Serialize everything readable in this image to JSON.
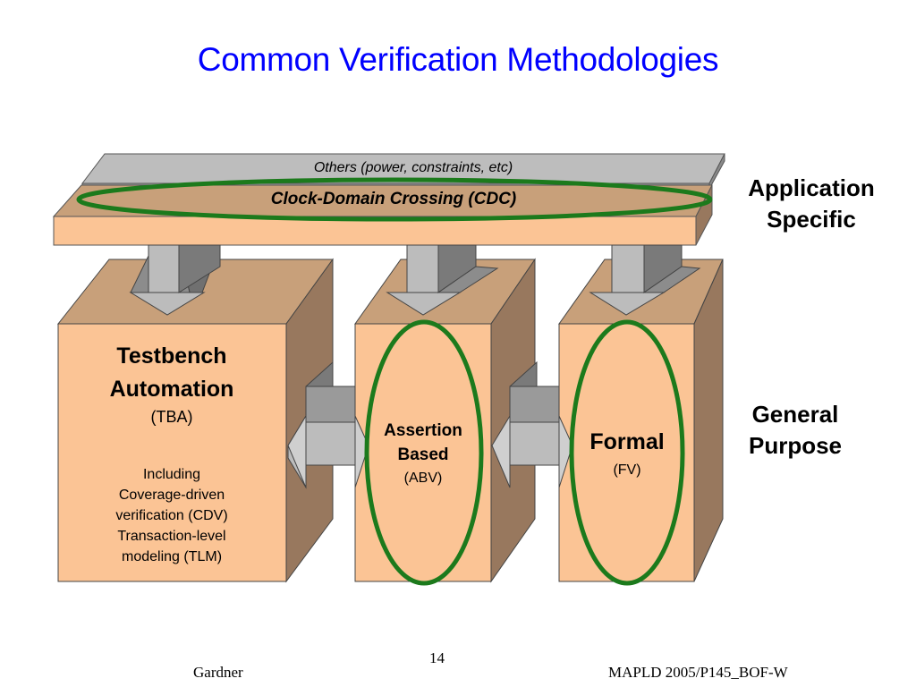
{
  "slide": {
    "title": "Common Verification Methodologies",
    "page_number": "14",
    "footer_left": "Gardner",
    "footer_right": "MAPLD 2005/P145_BOF-W"
  },
  "layers": {
    "others_label": "Others (power, constraints, etc)",
    "cdc_label": "Clock-Domain Crossing (CDC)"
  },
  "side_labels": {
    "application_line1": "Application",
    "application_line2": "Specific",
    "general_line1": "General",
    "general_line2": "Purpose"
  },
  "blocks": {
    "tba": {
      "title_line1": "Testbench",
      "title_line2": "Automation",
      "abbrev": "(TBA)",
      "detail_lines": [
        "Including",
        "Coverage-driven",
        "verification (CDV)",
        "Transaction-level",
        "modeling (TLM)"
      ]
    },
    "abv": {
      "title_line1": "Assertion",
      "title_line2": "Based",
      "abbrev": "(ABV)"
    },
    "fv": {
      "title": "Formal",
      "abbrev": "(FV)"
    }
  },
  "colors": {
    "title": "#0000ff",
    "box_front": "#fbc495",
    "box_top": "#c8a07a",
    "box_side": "#98785e",
    "gray_layer": "#bfbfbf",
    "ellipse": "#1c7a1c"
  }
}
